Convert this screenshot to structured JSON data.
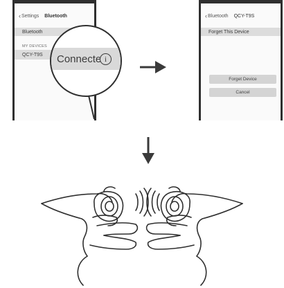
{
  "step1": {
    "nav": {
      "back": "Settings",
      "title": "Bluetooth"
    },
    "bluetooth_row": "Bluetooth",
    "section": "MY DEVICES",
    "device": "QCY-T9S",
    "status_zoom": "Connected",
    "info_icon": "i"
  },
  "step2": {
    "nav": {
      "back": "Bluetooth",
      "title": "QCY-T9S"
    },
    "forget_row": "Forget This Device",
    "forget_button": "Forget Device",
    "cancel_button": "Cancel"
  },
  "icons": {
    "arrow_right": "arrow-right-icon",
    "arrow_down": "arrow-down-icon"
  }
}
